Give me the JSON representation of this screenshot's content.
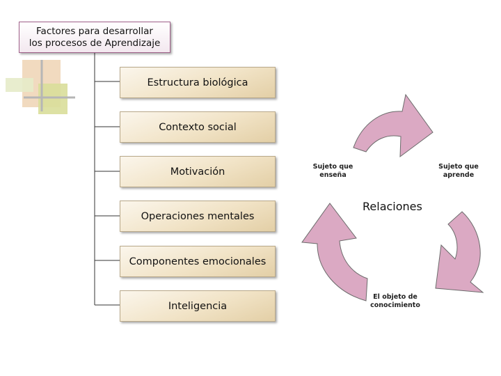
{
  "title": "Factores para desarrollar\nlos procesos de Aprendizaje",
  "factors": [
    "Estructura biológica",
    "Contexto social",
    "Motivación",
    "Operaciones mentales",
    "Componentes emocionales",
    "Inteligencia"
  ],
  "cycle": {
    "center_label": "Relaciones",
    "nodes": {
      "left": "Sujeto que\nenseña",
      "right": "Sujeto que\naprende",
      "bottom": "El objeto de\nconocimiento"
    },
    "arrow_color": "#dba9c3"
  },
  "colors": {
    "factor_box": "#f1e3c6",
    "title_border": "#a0608a",
    "connector": "#333333"
  }
}
